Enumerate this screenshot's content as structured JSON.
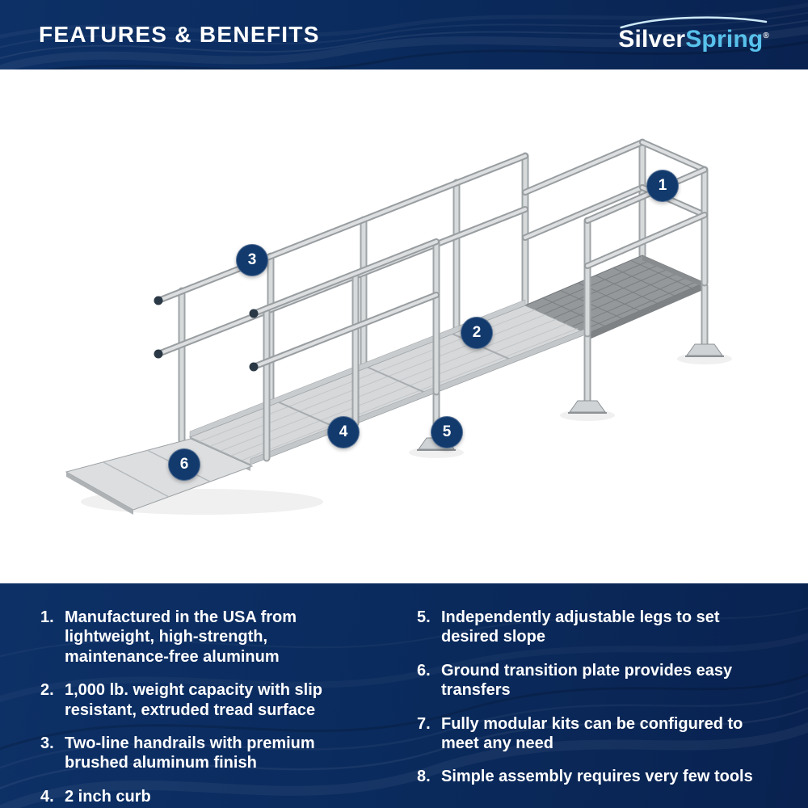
{
  "header": {
    "title": "FEATURES & BENEFITS",
    "brand": {
      "first": "Silver",
      "second": "Spring",
      "registered": "®"
    }
  },
  "diagram": {
    "callouts": [
      {
        "label": "1"
      },
      {
        "label": "2"
      },
      {
        "label": "3"
      },
      {
        "label": "4"
      },
      {
        "label": "5"
      },
      {
        "label": "6"
      }
    ]
  },
  "features": {
    "left": [
      {
        "num": "1.",
        "text": "Manufactured in the USA from lightweight, high-strength, maintenance-free aluminum"
      },
      {
        "num": "2.",
        "text": "1,000 lb. weight capacity with slip resistant, extruded tread surface"
      },
      {
        "num": "3.",
        "text": "Two-line handrails with premium brushed aluminum finish"
      },
      {
        "num": "4.",
        "text": "2 inch curb"
      }
    ],
    "right": [
      {
        "num": "5.",
        "text": "Independently adjustable legs to set desired slope"
      },
      {
        "num": "6.",
        "text": "Ground transition plate provides easy transfers"
      },
      {
        "num": "7.",
        "text": "Fully modular kits can be configured to meet any need"
      },
      {
        "num": "8.",
        "text": "Simple assembly requires very few tools"
      }
    ]
  },
  "colors": {
    "navy_background": "#0a2a5c",
    "badge_navy": "#123a6d",
    "accent_blue": "#58c2ec",
    "text_white": "#ffffff"
  }
}
